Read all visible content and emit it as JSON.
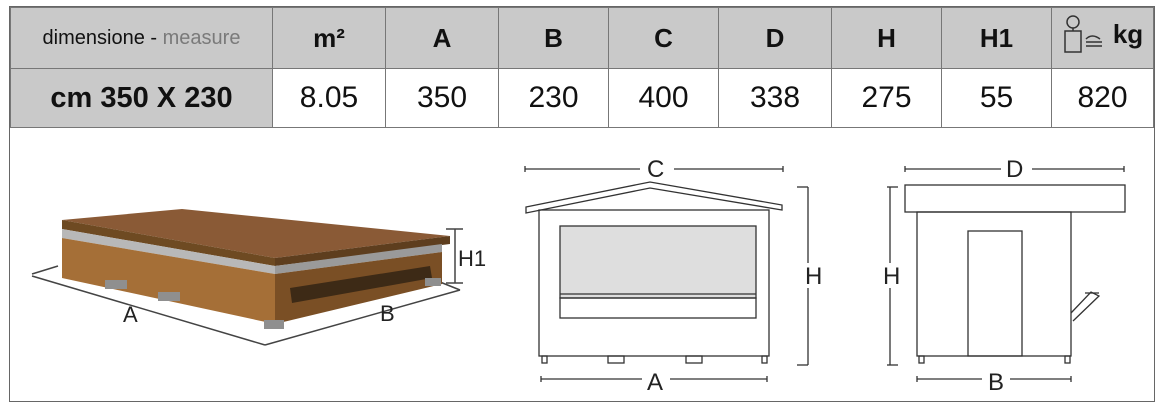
{
  "spec_table": {
    "header": {
      "label_it": "dimensione -",
      "label_en": "measure",
      "m2": "m²",
      "a": "A",
      "b": "B",
      "c": "C",
      "d": "D",
      "h": "H",
      "h1": "H1",
      "kg": "kg",
      "weight_icon": "scale-weight-icon"
    },
    "row": {
      "size": "cm 350 X 230",
      "m2": "8.05",
      "a": "350",
      "b": "230",
      "c": "400",
      "d": "338",
      "h": "275",
      "h1": "55",
      "kg": "820"
    }
  },
  "drawings": {
    "photo": {
      "label_a": "A",
      "label_b": "B",
      "label_h1": "H1"
    },
    "front_view": {
      "label_c": "C",
      "label_h": "H",
      "label_a": "A"
    },
    "side_view": {
      "label_d": "D",
      "label_h": "H",
      "label_b": "B"
    }
  },
  "colors": {
    "header_bg": "#c9c9c9",
    "border": "#777777",
    "wood": "#a0703a",
    "wood_dark": "#6e4a22",
    "wood_top": "#8a5a36"
  }
}
